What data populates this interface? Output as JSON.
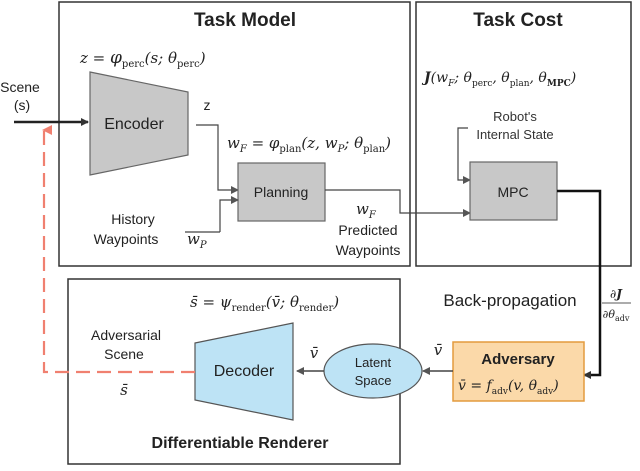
{
  "panels": {
    "task_model": {
      "title": "Task Model"
    },
    "task_cost": {
      "title": "Task Cost"
    },
    "renderer": {
      "title": "Differentiable Renderer"
    }
  },
  "blocks": {
    "encoder": "Encoder",
    "planning": "Planning",
    "mpc": "MPC",
    "decoder": "Decoder",
    "adversary": "Adversary",
    "latent_line1": "Latent",
    "latent_line2": "Space"
  },
  "labels": {
    "scene_line1": "Scene",
    "scene_line2": "(s)",
    "z": "z",
    "history_line1": "History",
    "history_line2": "Waypoints",
    "predicted_line1": "Predicted",
    "predicted_line2": "Waypoints",
    "robot_line1": "Robot's",
    "robot_line2": "Internal State",
    "backprop": "Back-propagation",
    "adv_scene_line1": "Adversarial",
    "adv_scene_line2": "Scene"
  },
  "equations": {
    "perception": "z = φperc(s; θperc)",
    "planning": "wF = φplan(z, wP; θplan)",
    "cost": "J(wF; θperc, θplan, θMPC)",
    "render": "s̄ = ψrender(v̄; θrender)",
    "adversary": "v̄ = fadv(v, θadv)",
    "gradient": "∂J / ∂θadv"
  },
  "colors": {
    "block_gray": "#c8c8c8",
    "decoder_blue": "#bde3f5",
    "adversary_orange": "#fbd9a9",
    "adversary_border": "#e39b3e",
    "feedback_red": "#f08070"
  }
}
